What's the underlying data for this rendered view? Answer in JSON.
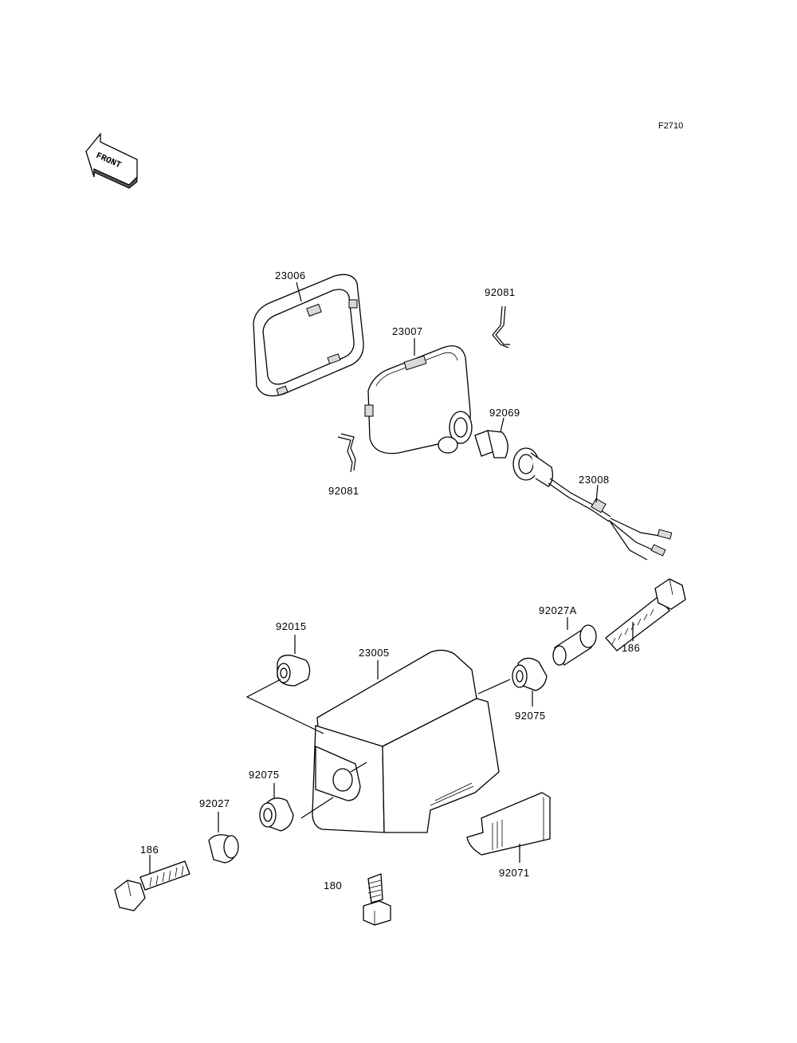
{
  "figure_code": "F2710",
  "front_indicator": "FRONT",
  "labels": {
    "p23006": "23006",
    "p23007": "23007",
    "p92081_top": "92081",
    "p92081_bottom": "92081",
    "p92069": "92069",
    "p23008": "23008",
    "p92015": "92015",
    "p23005": "23005",
    "p92027A": "92027A",
    "p186_right": "186",
    "p92075_right": "92075",
    "p92075_left": "92075",
    "p92027": "92027",
    "p186_left": "186",
    "p180": "180",
    "p92071": "92071"
  }
}
